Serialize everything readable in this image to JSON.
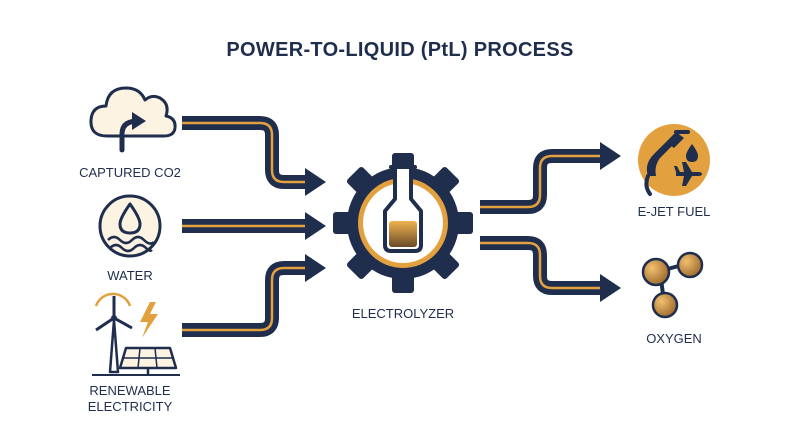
{
  "title": "POWER-TO-LIQUID (PtL) PROCESS",
  "inputs": [
    {
      "label": "CAPTURED CO2",
      "icon": "cloud-co2-icon"
    },
    {
      "label": "WATER",
      "icon": "water-drop-icon"
    },
    {
      "label_line1": "RENEWABLE",
      "label_line2": "ELECTRICITY",
      "icon": "wind-solar-icon"
    }
  ],
  "center": {
    "label": "ELECTROLYZER",
    "icon": "gear-flask-icon"
  },
  "outputs": [
    {
      "label": "E-JET FUEL",
      "icon": "fuel-pump-plane-icon"
    },
    {
      "label": "OXYGEN",
      "icon": "molecule-icon"
    }
  ],
  "colors": {
    "navy": "#1f2e4d",
    "gold": "#e3a03f",
    "white": "#ffffff"
  }
}
